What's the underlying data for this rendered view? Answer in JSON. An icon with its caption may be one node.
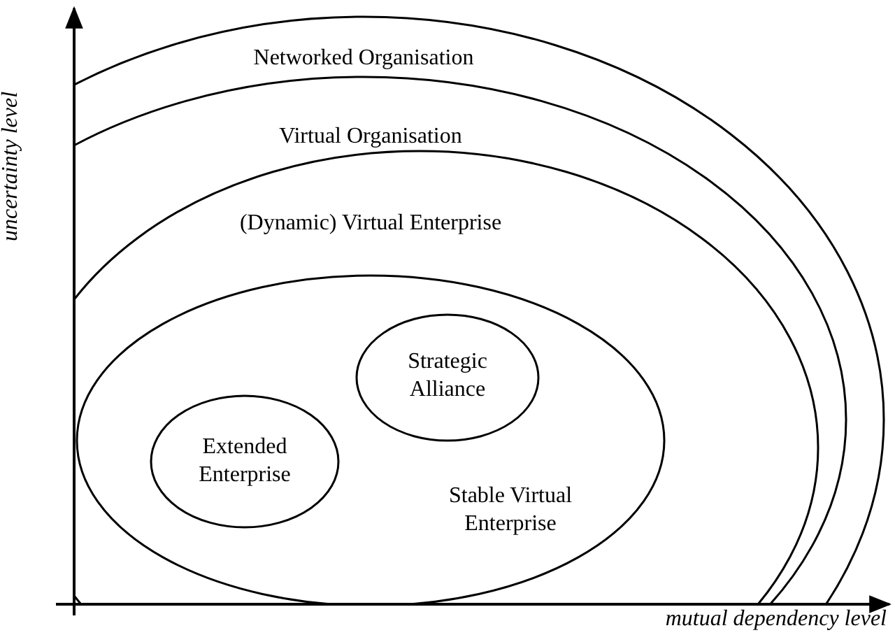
{
  "diagram": {
    "nodes": [
      {
        "text": [
          "Networked Organisation"
        ]
      },
      {
        "text": [
          "Virtual Organisation"
        ],
        "in": 0
      },
      {
        "text": [
          "(Dynamic) Virtual Enterprise"
        ],
        "in": 1
      },
      {
        "text": [
          "Stable Virtual Enterprise"
        ],
        "in": 2
      },
      {
        "text": [
          "Strategic Alliance"
        ],
        "in": 3
      },
      {
        "text": [
          "Extended Enterprise"
        ],
        "in": 3
      }
    ],
    "labels": [
      "uncertainty level",
      "mutual dependency level"
    ]
  }
}
